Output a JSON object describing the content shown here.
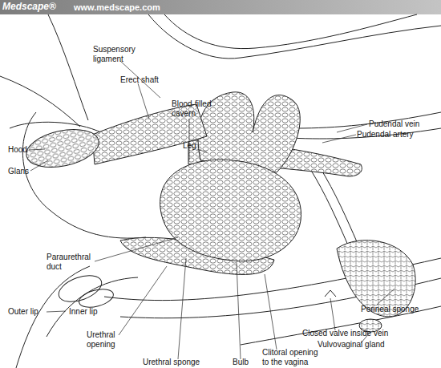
{
  "diagram": {
    "labels": [
      "Medscape®",
      "www.medscape.com",
      "Suspensory ligament",
      "Erect shaft",
      "Blood-filled cavern",
      "Hood",
      "Glans",
      "Leg",
      "Pudendal vein",
      "Pudendal artery",
      "Paraurethral duct",
      "Outer lip",
      "Inner lip",
      "Urethral opening",
      "Perineal sponge",
      "Closed valve inside vein",
      "Vulvovaginal gland",
      "Urethral sponge",
      "Bulb",
      "Clitoral opening to the vagina"
    ]
  }
}
